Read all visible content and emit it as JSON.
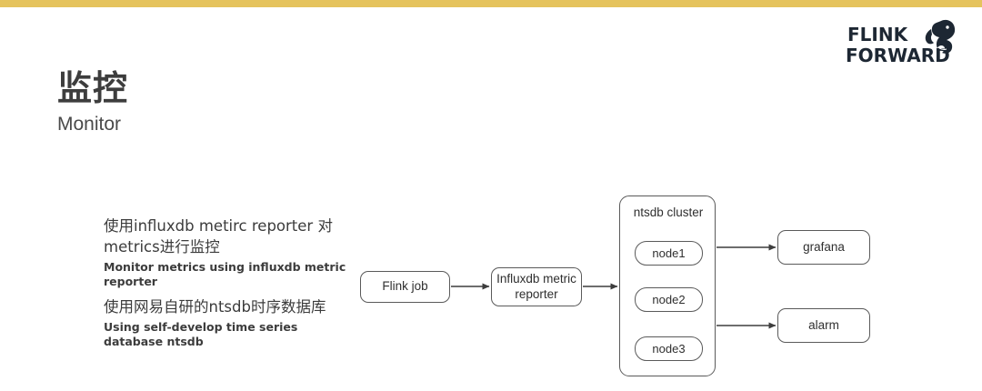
{
  "theme": {
    "accent_bar_color": "#e5c35d",
    "text_color": "#3a3a3a",
    "box_border_color": "#5a5a5a",
    "background": "#ffffff"
  },
  "header": {
    "logo_line1": "FLINK",
    "logo_line2": "FORWARD",
    "logo_icon": "squirrel-icon"
  },
  "slide": {
    "title": "监控",
    "subtitle": "Monitor"
  },
  "bullets": [
    {
      "cn": "使用influxdb metirc reporter 对metrics进行监控",
      "en": "Monitor metrics using influxdb metric reporter"
    },
    {
      "cn": "使用网易自研的ntsdb时序数据库",
      "en": "Using  self-develop time series database ntsdb"
    }
  ],
  "diagram": {
    "type": "flow",
    "nodes": {
      "flink_job": "Flink job",
      "influxdb_reporter": "Influxdb metric reporter",
      "ntsdb_cluster": "ntsdb cluster",
      "cluster_members": [
        "node1",
        "node2",
        "node3"
      ],
      "grafana": "grafana",
      "alarm": "alarm"
    },
    "edges": [
      {
        "from": "Flink job",
        "to": "Influxdb metric reporter"
      },
      {
        "from": "Influxdb metric reporter",
        "to": "ntsdb cluster"
      },
      {
        "from": "ntsdb cluster",
        "to": "grafana"
      },
      {
        "from": "ntsdb cluster",
        "to": "alarm"
      }
    ]
  }
}
